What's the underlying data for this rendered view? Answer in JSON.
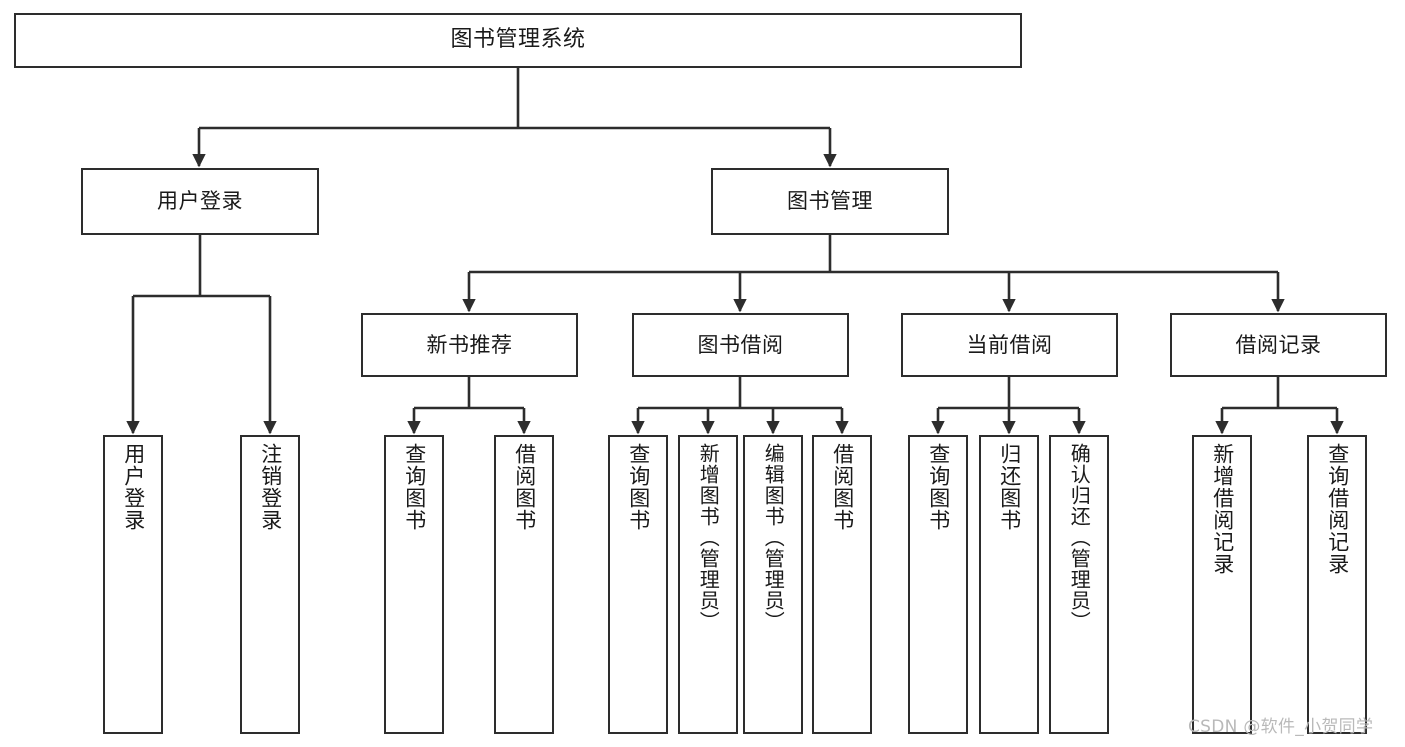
{
  "diagram": {
    "title": "图书管理系统",
    "type": "tree-hierarchy",
    "watermark": "CSDN @软件_小贺同学",
    "colors": {
      "box_border": "#2d2d2d",
      "box_fill": "#ffffff",
      "connector": "#2d2d2d",
      "text": "#1a1a1a",
      "watermark": "#b9b9b9",
      "background": "#ffffff"
    },
    "levels": {
      "level1": [
        "图书管理系统"
      ],
      "level2": [
        "用户登录",
        "图书管理"
      ],
      "level3": [
        "新书推荐",
        "图书借阅",
        "当前借阅",
        "借阅记录"
      ],
      "level4": [
        "用户登录",
        "注销登录",
        "查询图书",
        "借阅图书",
        "查询图书",
        "新增图书（管理员）",
        "编辑图书（管理员）",
        "借阅图书",
        "查询图书",
        "归还图书",
        "确认归还（管理员）",
        "新增借阅记录",
        "查询借阅记录"
      ]
    }
  },
  "nodes": {
    "root": {
      "label": "图书管理系统"
    },
    "user_login": {
      "label": "用户登录"
    },
    "book_manage": {
      "label": "图书管理"
    },
    "new_book_rec": {
      "label": "新书推荐"
    },
    "book_borrow": {
      "label": "图书借阅"
    },
    "current_borrow": {
      "label": "当前借阅"
    },
    "borrow_record": {
      "label": "借阅记录"
    },
    "leaf_user_login": {
      "label": "用户登录"
    },
    "leaf_logout": {
      "label": "注销登录"
    },
    "leaf_query_book_a": {
      "label": "查询图书"
    },
    "leaf_borrow_book_a": {
      "label": "借阅图书"
    },
    "leaf_query_book_b": {
      "label": "查询图书"
    },
    "leaf_add_book": {
      "label": "新增图书（管理员）"
    },
    "leaf_edit_book": {
      "label": "编辑图书（管理员）"
    },
    "leaf_borrow_book_b": {
      "label": "借阅图书"
    },
    "leaf_query_book_c": {
      "label": "查询图书"
    },
    "leaf_return_book": {
      "label": "归还图书"
    },
    "leaf_confirm_return": {
      "label": "确认归还（管理员）"
    },
    "leaf_add_record": {
      "label": "新增借阅记录"
    },
    "leaf_query_record": {
      "label": "查询借阅记录"
    }
  }
}
